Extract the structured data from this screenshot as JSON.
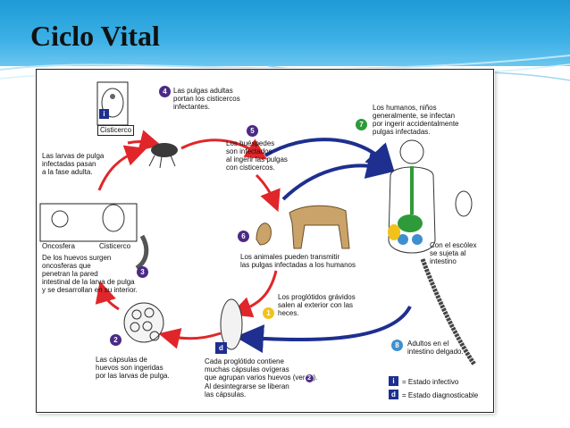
{
  "slide": {
    "title": "Ciclo Vital"
  },
  "diagram": {
    "steps": [
      {
        "num": "1",
        "text": "Los proglótidos grávidos\nsalen al exterior con las\nheces."
      },
      {
        "num": "2",
        "text": "Las cápsulas de\nhuevos son ingeridas\npor las larvas de pulga."
      },
      {
        "num": "3",
        "text": "De los huevos surgen\noncosferas que\npenetran la pared\nintestinal de la larva de pulga\ny se desarrollan en su interior."
      },
      {
        "num": "4",
        "text": "Las pulgas adultas\nportan los cisticercos\ninfectantes."
      },
      {
        "num": "5",
        "text": "Los huéspedes\nson infectados\nal ingerir las pulgas\ncon cisticercos."
      },
      {
        "num": "6",
        "text": "Los animales pueden transmitir\nlas pulgas infectadas a los humanos"
      },
      {
        "num": "7",
        "text": "Los humanos, niños\ngeneralmente, se infectan\npor ingerir accidentalmente\npulgas infectadas."
      },
      {
        "num": "8",
        "text": "Adultos en el\nintestino delgado."
      }
    ],
    "extra": {
      "larvae": "Las larvas de pulga\ninfectadas pasan\na la fase adulta.",
      "scolex": "Con el escólex\nse sujeta al\nintestino",
      "capsules_a": "Cada proglótido contiene\nmuchas cápsulas ovígeras\nque agrupan varios huevos (ver",
      "capsules_ref": "2",
      "capsules_b": ").\nAl desintegrarse se liberan\nlas cápsulas."
    },
    "labels": {
      "cisticerco": "Cisticerco",
      "oncosfera": "Oncosfera",
      "stage_a": "i",
      "stage_d": "d"
    },
    "legend": [
      {
        "symbol": "i",
        "text": "= Estado infectivo"
      },
      {
        "symbol": "d",
        "text": "= Estado diagnosticable"
      }
    ],
    "colors": {
      "number": "#4b2a86",
      "step1": "#f2c21b",
      "step7": "#2e9a3a",
      "step8": "#3f8fd0",
      "red_arrow": "#e0262a",
      "blue_arrow": "#1e2f8f"
    }
  }
}
